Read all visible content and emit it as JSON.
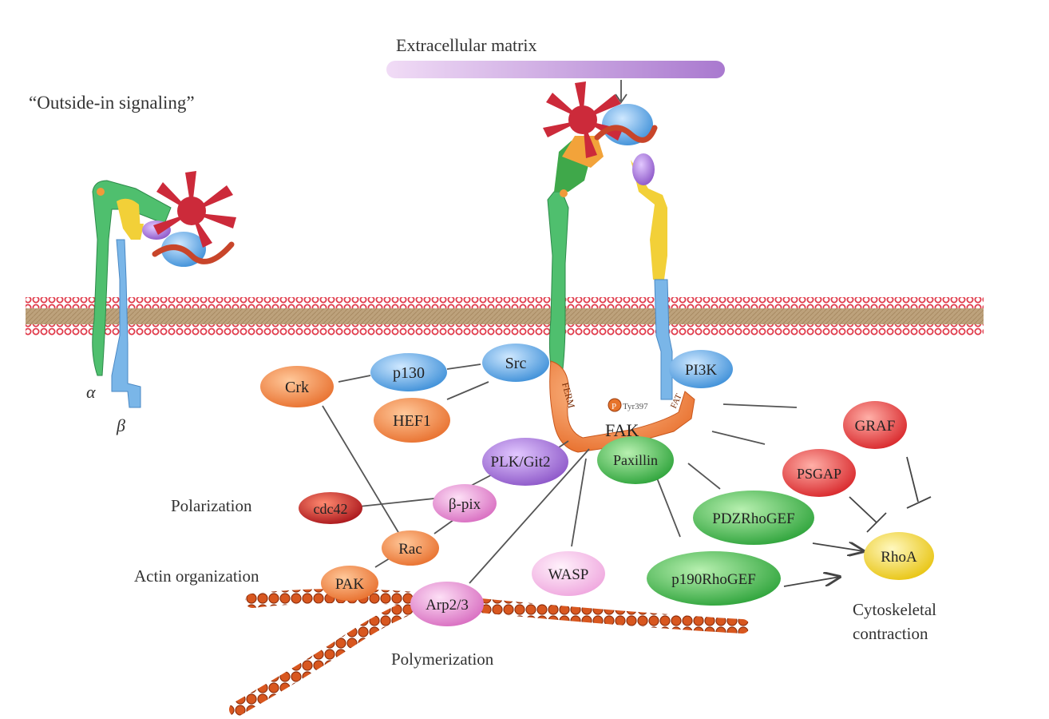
{
  "labels": {
    "extracellular_matrix": "Extracellular matrix",
    "outside_in": "“Outside-in signaling”",
    "alpha": "α",
    "beta": "β",
    "polarization": "Polarization",
    "actin_organization": "Actin organization",
    "polymerization": "Polymerization",
    "cytoskeletal": "Cytoskeletal",
    "contraction": "contraction",
    "ferm": "FERM",
    "fat": "FAT",
    "tyr397": "Tyr397",
    "p_badge": "P"
  },
  "nodes": {
    "crk": "Crk",
    "p130": "p130",
    "src": "Src",
    "hef1": "HEF1",
    "pi3k": "PI3K",
    "fak": "FAK",
    "paxillin": "Paxillin",
    "plk_git2": "PLK/Git2",
    "beta_pix": "β-pix",
    "cdc42": "cdc42",
    "rac": "Rac",
    "pak": "PAK",
    "arp23": "Arp2/3",
    "wasp": "WASP",
    "graf": "GRAF",
    "psgap": "PSGAP",
    "pdzrhogef": "PDZRhoGEF",
    "p190rhogef": "p190RhoGEF",
    "rhoa": "RhoA"
  },
  "colors": {
    "orange": "#f08a4b",
    "blue": "#5aa8e6",
    "green": "#3fb84c",
    "purple": "#a070d0",
    "pink": "#e080cc",
    "red": "#e23a3a",
    "yellow": "#f2d21e",
    "membrane": "#b89c78",
    "ecm": "#c9a0dc"
  }
}
